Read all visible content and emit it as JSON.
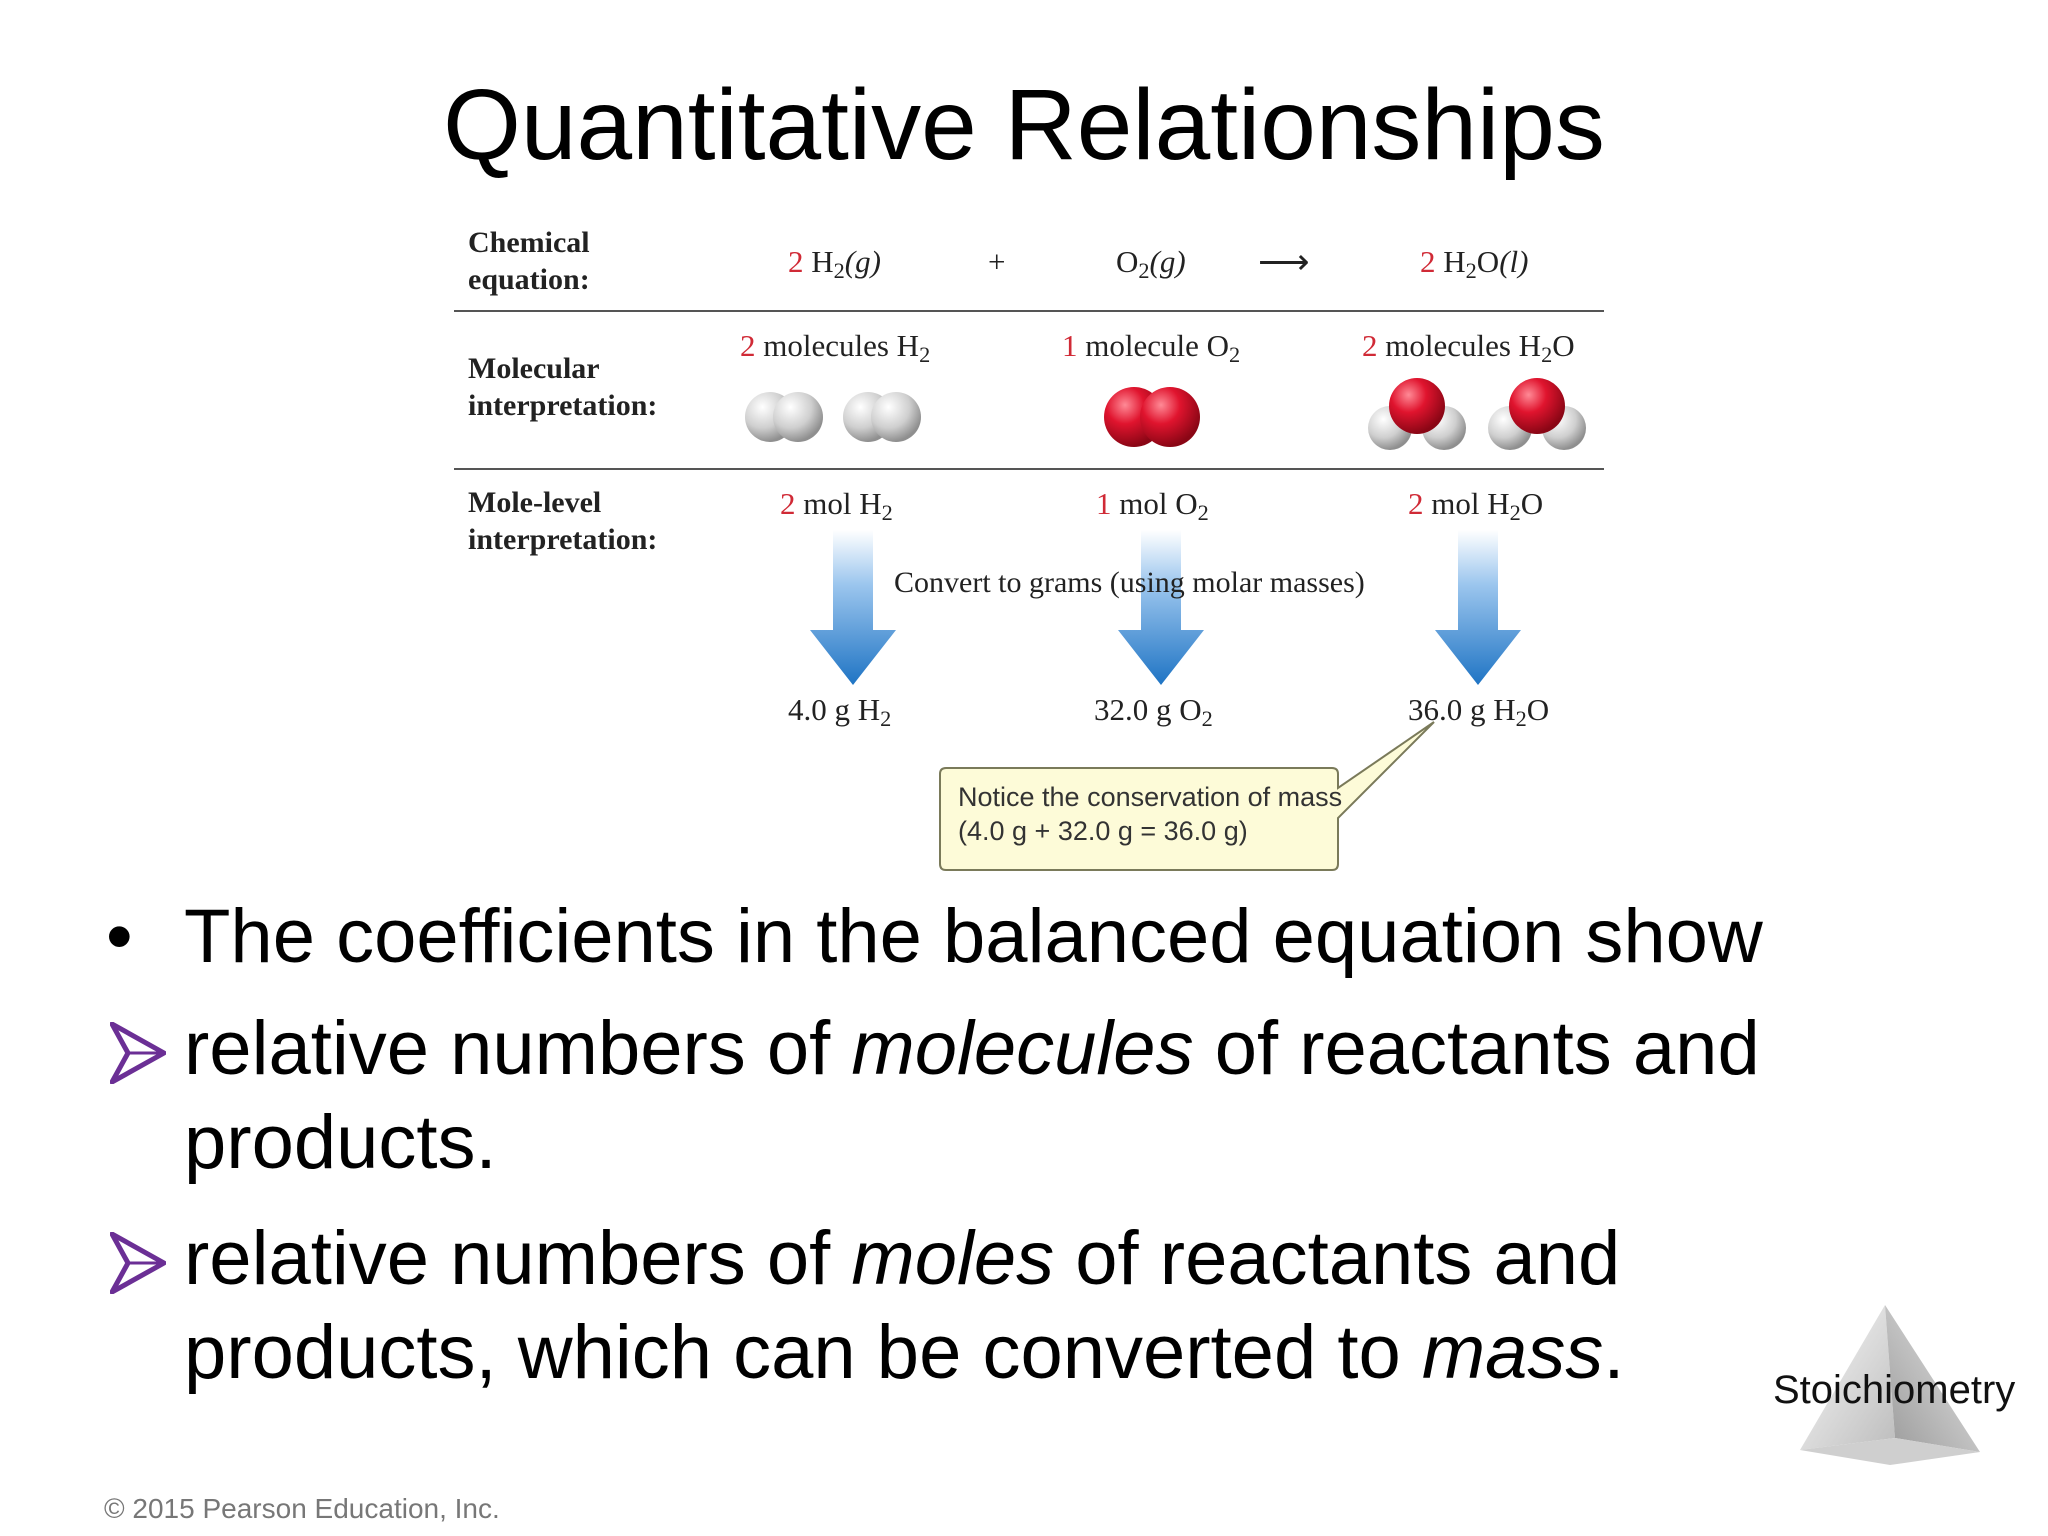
{
  "slide": {
    "title": "Quantitative Relationships",
    "copyright": "© 2015 Pearson Education, Inc.",
    "logo_label": "Stoichiometry"
  },
  "figure": {
    "row_labels": {
      "equation_1": "Chemical",
      "equation_2": "equation:",
      "molecular_1": "Molecular",
      "molecular_2": "interpretation:",
      "mole_1": "Mole-level",
      "mole_2": "interpretation:"
    },
    "equation": {
      "h2_coef": "2",
      "h2_formula": "H",
      "h2_sub": "2",
      "h2_state": "(g)",
      "plus": "+",
      "o2_formula": "O",
      "o2_sub": "2",
      "o2_state": "(g)",
      "arrow": "⟶",
      "h2o_coef": "2",
      "h2o_h": "H",
      "h2o_sub": "2",
      "h2o_o": "O",
      "h2o_state": "(l)"
    },
    "molecular": {
      "h2_coef": "2",
      "h2_text": "molecules H",
      "h2_sub": "2",
      "o2_coef": "1",
      "o2_text": "molecule O",
      "o2_sub": "2",
      "h2o_coef": "2",
      "h2o_text": "molecules H",
      "h2o_sub": "2",
      "h2o_tail": "O"
    },
    "mole": {
      "h2_coef": "2",
      "h2_text": "mol H",
      "h2_sub": "2",
      "o2_coef": "1",
      "o2_text": "mol O",
      "o2_sub": "2",
      "h2o_coef": "2",
      "h2o_text": "mol H",
      "h2o_sub": "2",
      "h2o_tail": "O"
    },
    "convert_label": "Convert to grams (using molar masses)",
    "mass": {
      "h2_text": "4.0 g H",
      "h2_sub": "2",
      "o2_text": "32.0 g O",
      "o2_sub": "2",
      "h2o_text": "36.0 g H",
      "h2o_sub": "2",
      "h2o_tail": "O"
    },
    "callout_line1": "Notice the conservation of mass",
    "callout_line2": "(4.0 g + 32.0 g = 36.0 g)"
  },
  "bullets": {
    "main_marker": "•",
    "main": "The coefficients in the balanced equation show",
    "sub1_a": "relative numbers of ",
    "sub1_em": "molecules",
    "sub1_b": " of reactants and",
    "sub1_c": "products.",
    "sub2_a": "relative numbers of ",
    "sub2_em": "moles",
    "sub2_b": " of reactants and",
    "sub2_c": "products, which can be converted to ",
    "sub2_em2": "mass",
    "sub2_d": "."
  },
  "colors": {
    "coefficient_red": "#d02a36",
    "arrow_blue": "#1f74c4",
    "bullet_arrow_purple": "#6b2f95",
    "callout_fill": "#fdfbd8"
  }
}
